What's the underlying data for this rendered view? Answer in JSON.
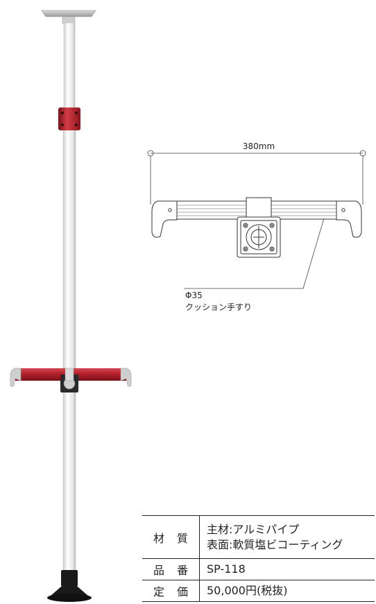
{
  "diagram": {
    "width_label": "380mm",
    "callout_line1": "Φ35",
    "callout_line2": "クッション手すり"
  },
  "spec": {
    "rows": [
      {
        "label_chars": [
          "材",
          "質"
        ],
        "lines": [
          "主材:アルミパイプ",
          "表面:軟質塩ビコーティング"
        ]
      },
      {
        "label_chars": [
          "品",
          "番"
        ],
        "lines": [
          "SP-118"
        ]
      },
      {
        "label_chars": [
          "定",
          "価"
        ],
        "lines": [
          "50,000円(税抜)"
        ]
      }
    ]
  },
  "colors": {
    "accent_red": "#b3202a",
    "pole_white": "#f2f2f2",
    "base_black": "#1a1a1a"
  }
}
